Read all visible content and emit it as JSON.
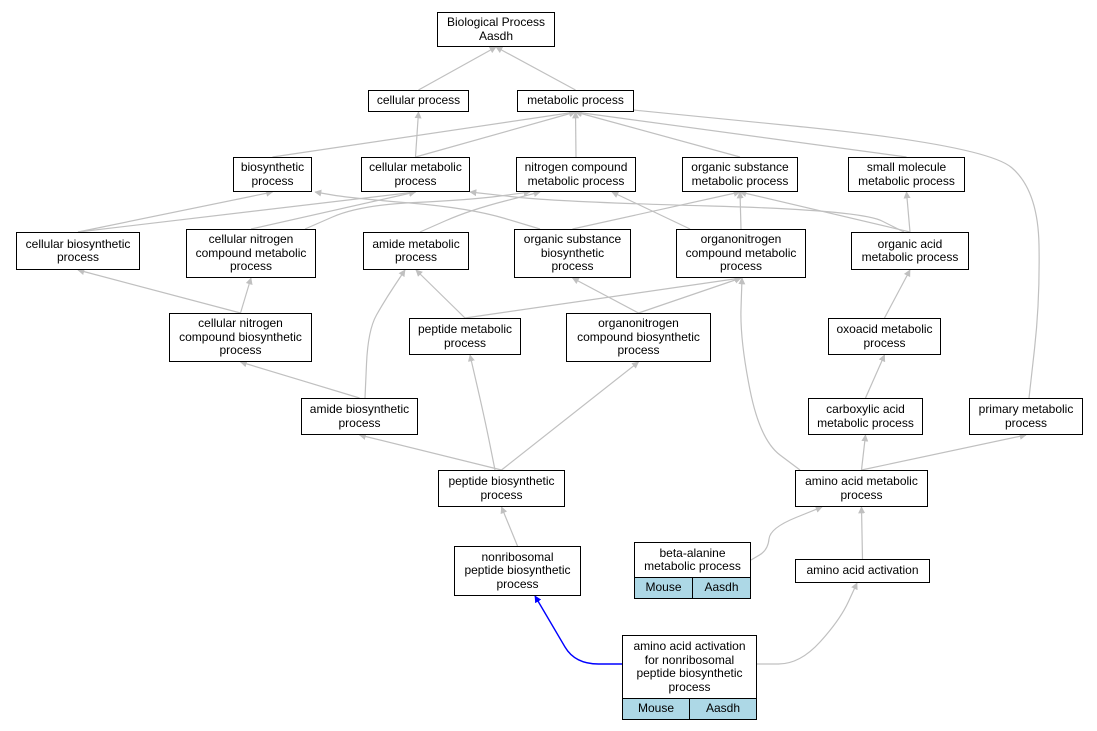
{
  "colors": {
    "edge": "#c0c0c0",
    "highlight_edge": "#0000ff",
    "tag_background": "#add8e6",
    "node_border": "#000000"
  },
  "nodes": [
    {
      "id": "bp",
      "lines": [
        "Biological Process",
        "Aasdh"
      ]
    },
    {
      "id": "cp",
      "lines": [
        "cellular process"
      ]
    },
    {
      "id": "mp",
      "lines": [
        "metabolic process"
      ]
    },
    {
      "id": "bsp",
      "lines": [
        "biosynthetic",
        "process"
      ]
    },
    {
      "id": "cmp",
      "lines": [
        "cellular metabolic",
        "process"
      ]
    },
    {
      "id": "ncmp",
      "lines": [
        "nitrogen compound",
        "metabolic process"
      ]
    },
    {
      "id": "osmp",
      "lines": [
        "organic substance",
        "metabolic process"
      ]
    },
    {
      "id": "smmp",
      "lines": [
        "small molecule",
        "metabolic process"
      ]
    },
    {
      "id": "cbp",
      "lines": [
        "cellular biosynthetic",
        "process"
      ]
    },
    {
      "id": "cncmp",
      "lines": [
        "cellular nitrogen",
        "compound metabolic",
        "process"
      ]
    },
    {
      "id": "amp",
      "lines": [
        "amide metabolic",
        "process"
      ]
    },
    {
      "id": "osbp",
      "lines": [
        "organic substance",
        "biosynthetic",
        "process"
      ]
    },
    {
      "id": "oncmp",
      "lines": [
        "organonitrogen",
        "compound metabolic",
        "process"
      ]
    },
    {
      "id": "oamp",
      "lines": [
        "organic acid",
        "metabolic process"
      ]
    },
    {
      "id": "cncbp",
      "lines": [
        "cellular nitrogen",
        "compound biosynthetic",
        "process"
      ]
    },
    {
      "id": "pmp",
      "lines": [
        "peptide metabolic",
        "process"
      ]
    },
    {
      "id": "oncbp",
      "lines": [
        "organonitrogen",
        "compound biosynthetic",
        "process"
      ]
    },
    {
      "id": "oxmp",
      "lines": [
        "oxoacid metabolic",
        "process"
      ]
    },
    {
      "id": "abp",
      "lines": [
        "amide biosynthetic",
        "process"
      ]
    },
    {
      "id": "camp",
      "lines": [
        "carboxylic acid",
        "metabolic process"
      ]
    },
    {
      "id": "prmp",
      "lines": [
        "primary metabolic",
        "process"
      ]
    },
    {
      "id": "pbp",
      "lines": [
        "peptide biosynthetic",
        "process"
      ]
    },
    {
      "id": "aamp",
      "lines": [
        "amino acid metabolic",
        "process"
      ]
    },
    {
      "id": "npbp",
      "lines": [
        "nonribosomal",
        "peptide biosynthetic",
        "process"
      ]
    },
    {
      "id": "bamp",
      "lines": [
        "beta-alanine",
        "metabolic process"
      ],
      "tags": [
        "Mouse",
        "Aasdh"
      ]
    },
    {
      "id": "aaa",
      "lines": [
        "amino acid activation"
      ]
    },
    {
      "id": "aanp",
      "lines": [
        "amino acid activation",
        "for nonribosomal",
        "peptide biosynthetic",
        "process"
      ],
      "tags": [
        "Mouse",
        "Aasdh"
      ]
    }
  ],
  "edges": [
    {
      "from": "cp",
      "to": "bp"
    },
    {
      "from": "mp",
      "to": "bp"
    },
    {
      "from": "cmp",
      "to": "cp"
    },
    {
      "from": "bsp",
      "to": "mp"
    },
    {
      "from": "cmp",
      "to": "mp"
    },
    {
      "from": "ncmp",
      "to": "mp"
    },
    {
      "from": "osmp",
      "to": "mp"
    },
    {
      "from": "smmp",
      "to": "mp"
    },
    {
      "from": "prmp",
      "to": "mp"
    },
    {
      "from": "cbp",
      "to": "bsp"
    },
    {
      "from": "cbp",
      "to": "cmp"
    },
    {
      "from": "cncmp",
      "to": "cmp"
    },
    {
      "from": "cncmp",
      "to": "ncmp"
    },
    {
      "from": "amp",
      "to": "ncmp"
    },
    {
      "from": "osbp",
      "to": "bsp"
    },
    {
      "from": "osbp",
      "to": "osmp"
    },
    {
      "from": "oncmp",
      "to": "osmp"
    },
    {
      "from": "oncmp",
      "to": "ncmp"
    },
    {
      "from": "oamp",
      "to": "osmp"
    },
    {
      "from": "oamp",
      "to": "cmp"
    },
    {
      "from": "oamp",
      "to": "smmp"
    },
    {
      "from": "cncbp",
      "to": "cbp"
    },
    {
      "from": "cncbp",
      "to": "cncmp"
    },
    {
      "from": "pmp",
      "to": "amp"
    },
    {
      "from": "pmp",
      "to": "oncmp"
    },
    {
      "from": "oncbp",
      "to": "osbp"
    },
    {
      "from": "oncbp",
      "to": "oncmp"
    },
    {
      "from": "oxmp",
      "to": "oamp"
    },
    {
      "from": "abp",
      "to": "cncbp"
    },
    {
      "from": "abp",
      "to": "amp"
    },
    {
      "from": "camp",
      "to": "oxmp"
    },
    {
      "from": "pbp",
      "to": "abp"
    },
    {
      "from": "pbp",
      "to": "pmp"
    },
    {
      "from": "pbp",
      "to": "oncbp"
    },
    {
      "from": "aamp",
      "to": "oncmp"
    },
    {
      "from": "aamp",
      "to": "camp"
    },
    {
      "from": "aamp",
      "to": "prmp"
    },
    {
      "from": "npbp",
      "to": "pbp"
    },
    {
      "from": "bamp",
      "to": "aamp"
    },
    {
      "from": "aaa",
      "to": "aamp"
    },
    {
      "from": "aanp",
      "to": "npbp",
      "highlight": true
    },
    {
      "from": "aanp",
      "to": "aaa"
    }
  ]
}
